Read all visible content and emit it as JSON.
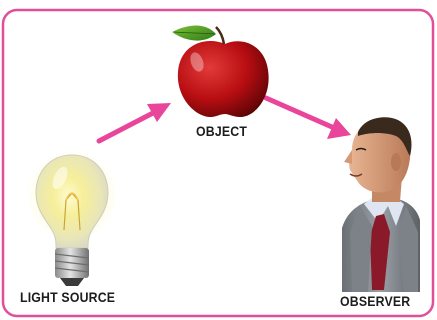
{
  "diagram": {
    "labels": {
      "light_source": "LIGHT SOURCE",
      "object": "OBJECT",
      "observer": "OBSERVER"
    },
    "icons": {
      "light_source": "light-bulb-icon",
      "object": "apple-icon",
      "observer": "man-profile-icon"
    },
    "colors": {
      "frame": "#e0509a",
      "arrow": "#e8459b"
    }
  }
}
